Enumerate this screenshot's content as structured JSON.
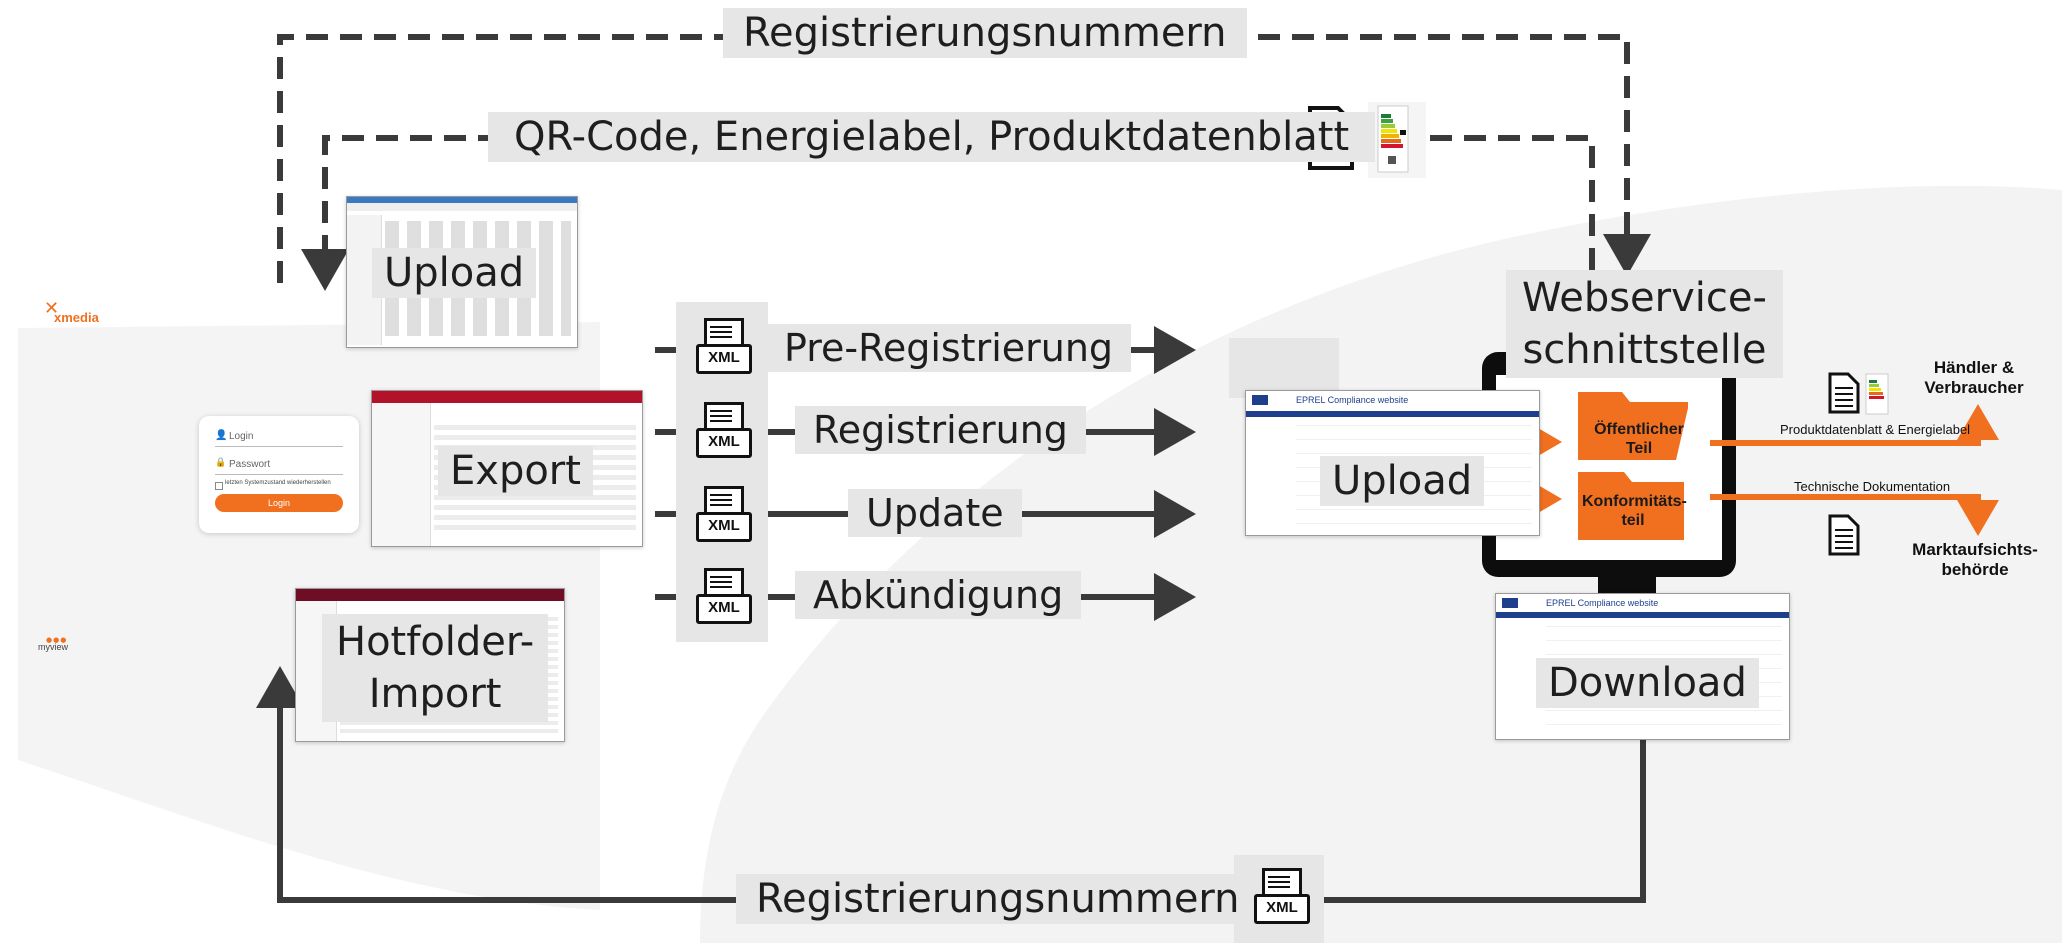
{
  "colors": {
    "accent": "#f07020",
    "dark": "#333333",
    "label_bg": "#e6e6e6",
    "eu_blue": "#1e3f8c",
    "red": "#b3122b"
  },
  "logos": {
    "xmedia": "xmedia",
    "myview": "myview"
  },
  "top_arrows": {
    "reg_top": "Registrierungsnummern",
    "qr": "QR-Code, Energielabel, Produktdatenblatt",
    "reg_bottom": "Registrierungsnummern"
  },
  "left_screens": {
    "upload": "Upload",
    "export": "Export",
    "hotfolder_line1": "Hotfolder-",
    "hotfolder_line2": "Import"
  },
  "login": {
    "user_placeholder": "Login",
    "password_placeholder": "Passwort",
    "restore_label": "letzten Systemzustand wiederherstellen",
    "button": "Login"
  },
  "xml_badge": "XML",
  "actions": [
    "Pre-Registrierung",
    "Registrierung",
    "Update",
    "Abkündigung"
  ],
  "eprel": {
    "title": "EPREL Compliance website",
    "upload": "Upload",
    "download": "Download"
  },
  "webservice": {
    "line1": "Webservice-",
    "line2": "schnittstelle"
  },
  "folders": {
    "public_line1": "Öffentlicher",
    "public_line2": "Teil",
    "compliance_line1": "Konformitäts-",
    "compliance_line2": "teil"
  },
  "outputs": {
    "traders_line1": "Händler &",
    "traders_line2": "Verbraucher",
    "public_caption": "Produktdatenblatt & Energielabel",
    "tech_caption": "Technische Dokumentation",
    "authority_line1": "Marktaufsichts-",
    "authority_line2": "behörde"
  }
}
